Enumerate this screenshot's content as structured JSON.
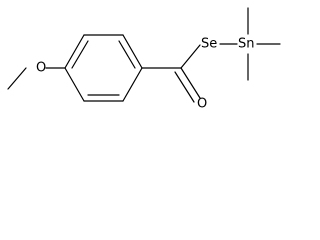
{
  "molecule": {
    "atoms": {
      "selenium": "Se",
      "tin": "Sn",
      "oxygen_carbonyl": "O",
      "oxygen_ether": "O"
    }
  }
}
